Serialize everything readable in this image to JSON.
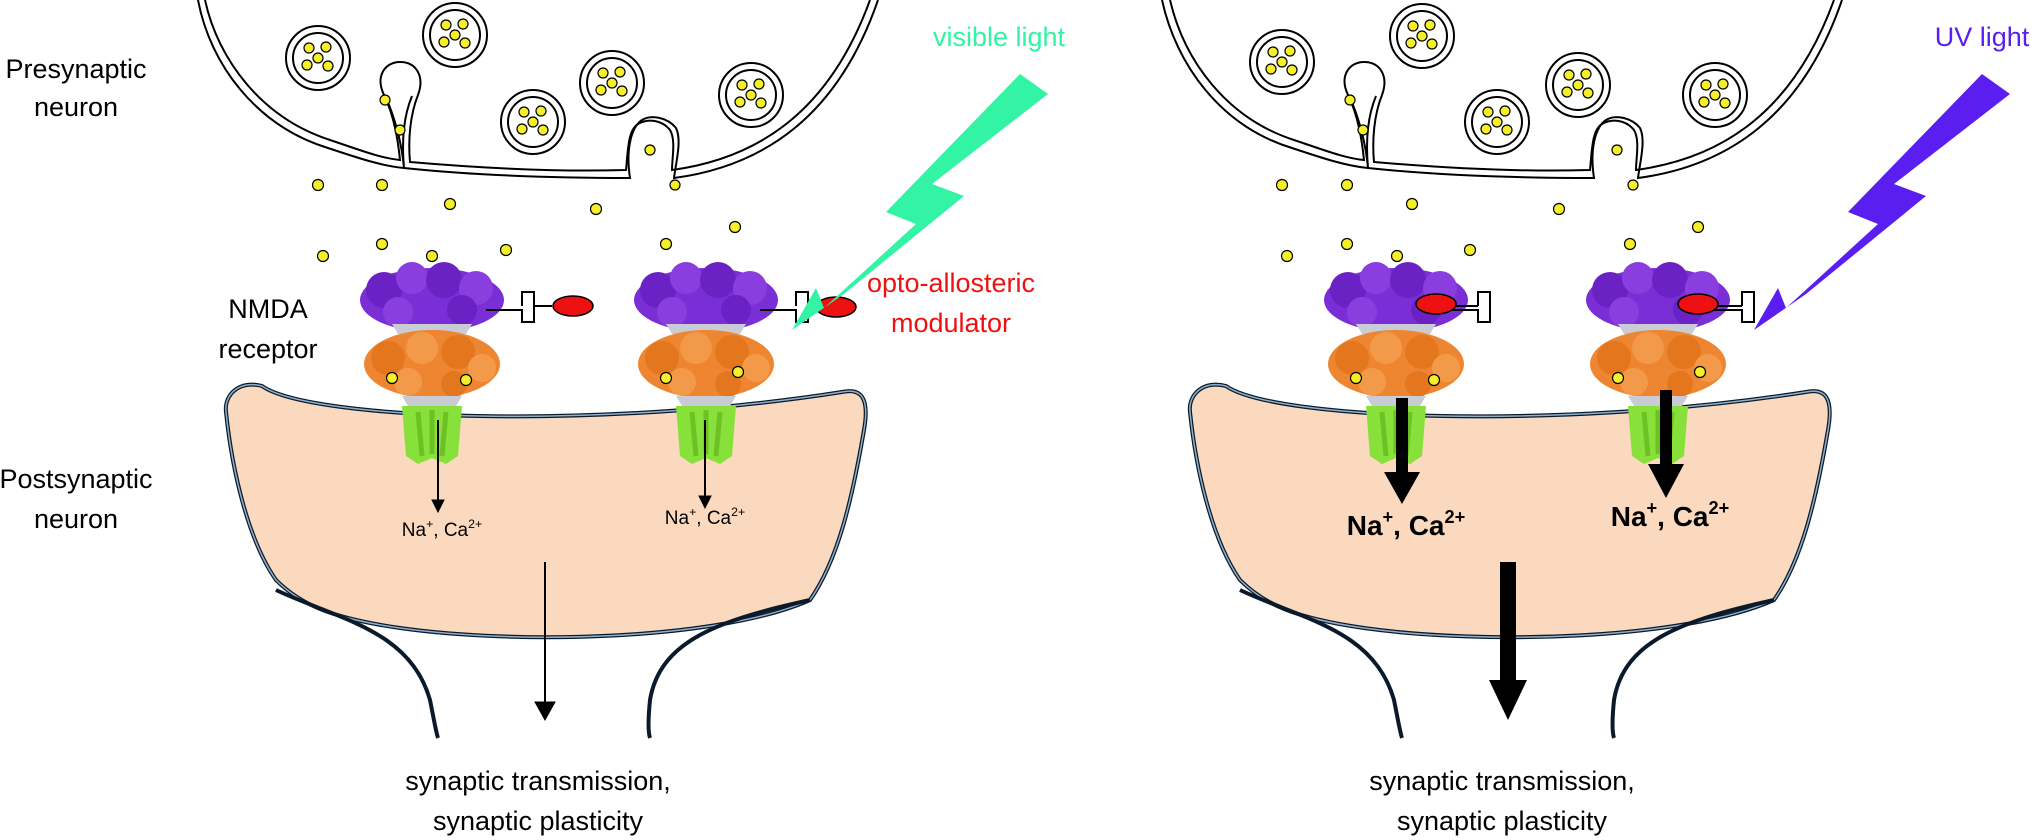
{
  "labels": {
    "presynaptic": [
      "Presynaptic",
      "neuron"
    ],
    "postsynaptic": [
      "Postsynaptic",
      "neuron"
    ],
    "nmda": [
      "NMDA",
      "receptor"
    ],
    "modulator": [
      "opto-allosteric",
      "modulator"
    ],
    "visible_light": "visible light",
    "uv_light": "UV light",
    "output": [
      "synaptic  transmission,",
      "synaptic plasticity"
    ],
    "ion_main": "Na",
    "ion_plus": "+",
    "ion_sep": ", Ca",
    "ion_charge": "2+"
  },
  "colors": {
    "visible_light": "#33f3a4",
    "uv_light": "#5a1ef0",
    "modulator": "#ee1111",
    "ligand": "#f5ee2a",
    "postsynaptic_fill": "#fbd9bf",
    "membrane_outline": "#6f8fb0",
    "receptor_top": "#7a2ed6",
    "receptor_middle": "#ee8530",
    "receptor_bottom": "#88e03a"
  },
  "icons": {
    "light_bolt": "lightning-bolt-arrow",
    "vesicle": "synaptic-vesicle",
    "receptor": "nmda-receptor-protein",
    "modulator": "photoswitch-ligand"
  }
}
